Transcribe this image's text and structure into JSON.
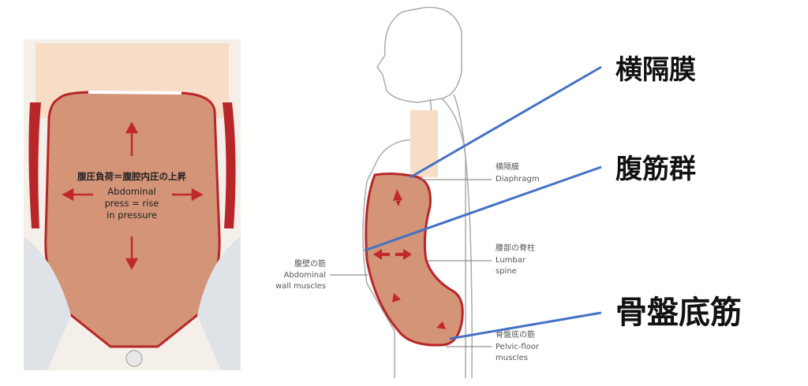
{
  "front_view": {
    "label_jp": "腹圧負荷＝腹腔内圧の上昇",
    "label_en_lines": [
      "Abdominal",
      "press = rise",
      "in pressure"
    ]
  },
  "side_view": {
    "diaphragm": {
      "jp": "横隔膜",
      "en": "Diaphragm"
    },
    "lumbar_spine": {
      "jp": "腰部の脊柱",
      "en_lines": [
        "Lumbar",
        "spine"
      ]
    },
    "abdominal_wall": {
      "jp": "腹壁の筋",
      "en_lines": [
        "Abdominal",
        "wall muscles"
      ]
    },
    "pelvic_floor": {
      "jp": "骨盤底の筋",
      "en_lines": [
        "Pelvic-floor",
        "muscles"
      ]
    }
  },
  "callouts": [
    "横隔膜",
    "腹筋群",
    "骨盤底筋"
  ],
  "colors": {
    "cavity": "#d39478",
    "wall": "#b8262a",
    "callout_line": "#4472c4",
    "chest": "#f7dcc6"
  }
}
